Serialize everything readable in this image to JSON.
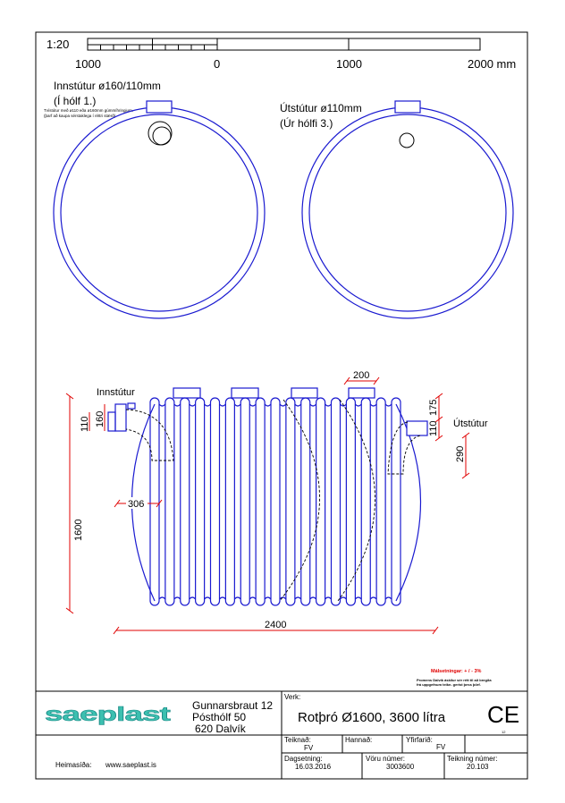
{
  "scale": {
    "label": "1:20",
    "ticks": [
      "1000",
      "0",
      "1000",
      "2000 mm"
    ]
  },
  "top_view": {
    "inlet_title": "Innstútur ø160/110mm",
    "inlet_sub": "(Í hólf 1.)",
    "inlet_note1": "Tvístútur með ø110 eða ø160mm gúmmíhringjum.",
    "inlet_note2": "(þarf að kaupa sérstaklega í réttri stærð)",
    "outlet_title": "Útstútur ø110mm",
    "outlet_sub": "(Úr hólfi 3.)"
  },
  "side_view": {
    "inlet_label": "Innstútur",
    "outlet_label": "Útstútur",
    "rib_count": 17,
    "dims": {
      "height": "1600",
      "length": "2400",
      "end": "306",
      "manhole": "200",
      "in_110": "110",
      "in_160": "160",
      "out_110": "110",
      "out_175": "175",
      "out_290": "290"
    }
  },
  "notes": {
    "tolerance": "Málsetningar: + / -   3%",
    "disclaimer1": "Promens Dalvík áskilur sér rétt til að bregða",
    "disclaimer2": "frá uppgefnum teikn. gerist þess þörf."
  },
  "title_block": {
    "logo": "saeplast",
    "address1": "Gunnarsbraut 12",
    "address2": "Pósthólf 50",
    "address3": "620  Dalvík",
    "verk_label": "Verk:",
    "verk_value": "Rotþró Ø1600, 3600 lítra",
    "ce_mark": "CE",
    "ce_year": "12",
    "teiknad_label": "Teiknað:",
    "teiknad_value": "FV",
    "hannad_label": "Hannað:",
    "yfirfarid_label": "Yfirfarið:",
    "yfirfarid_value": "FV",
    "website_label": "Heimasíða:",
    "website_value": "www.saeplast.is",
    "date_label": "Dagsetning:",
    "date_value": "16.03.2016",
    "product_label": "Vöru númer:",
    "product_value": "3003600",
    "drawing_label": "Teikning númer:",
    "drawing_value": "20.103"
  },
  "colors": {
    "outline": "#1a1ad0",
    "dimension": "#e00000",
    "logo": "#3cc0b0"
  }
}
